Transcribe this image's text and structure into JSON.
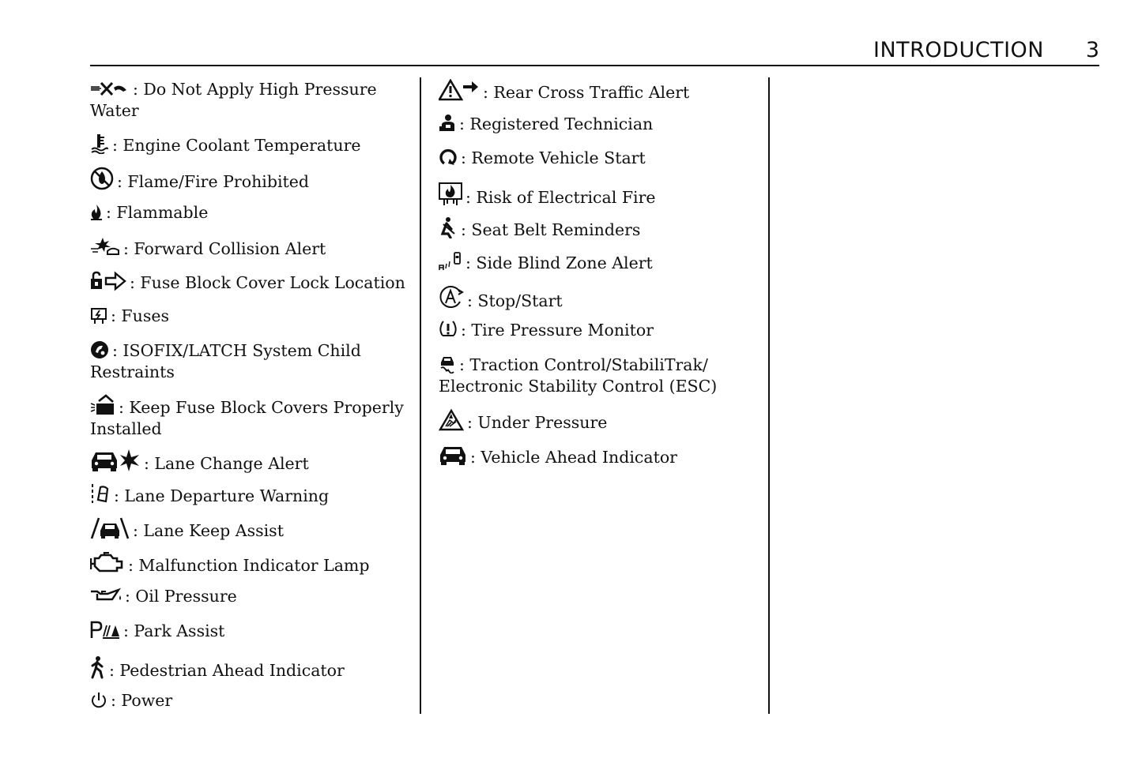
{
  "header": {
    "title": "INTRODUCTION",
    "page_number": "3"
  },
  "column1": [
    {
      "icon": "high-pressure-water-icon",
      "line1": ": Do Not Apply High Pressure",
      "line2": "Water"
    },
    {
      "icon": "coolant-temperature-icon",
      "line1": ": Engine Coolant Temperature"
    },
    {
      "icon": "fire-prohibited-icon",
      "line1": ": Flame/Fire Prohibited"
    },
    {
      "icon": "flammable-icon",
      "line1": ": Flammable"
    },
    {
      "icon": "forward-collision-icon",
      "line1": ": Forward Collision Alert"
    },
    {
      "icon": "fuse-cover-lock-icon",
      "line1": ": Fuse Block Cover Lock Location"
    },
    {
      "icon": "fuses-icon",
      "line1": ": Fuses"
    },
    {
      "icon": "isofix-icon",
      "line1": ": ISOFIX/LATCH System Child",
      "line2": "Restraints"
    },
    {
      "icon": "fuse-cover-installed-icon",
      "line1": ": Keep Fuse Block Covers Properly",
      "line2": "Installed"
    },
    {
      "icon": "lane-change-icon",
      "line1": ": Lane Change Alert"
    },
    {
      "icon": "lane-departure-icon",
      "line1": ": Lane Departure Warning"
    },
    {
      "icon": "lane-keep-icon",
      "line1": ": Lane Keep Assist"
    },
    {
      "icon": "engine-icon",
      "line1": ": Malfunction Indicator Lamp"
    },
    {
      "icon": "oil-pressure-icon",
      "line1": ": Oil Pressure"
    },
    {
      "icon": "park-assist-icon",
      "line1": ": Park Assist"
    },
    {
      "icon": "pedestrian-icon",
      "line1": ": Pedestrian Ahead Indicator"
    },
    {
      "icon": "power-icon",
      "line1": ": Power"
    }
  ],
  "column2": [
    {
      "icon": "rear-cross-traffic-icon",
      "line1": ": Rear Cross Traffic Alert"
    },
    {
      "icon": "technician-icon",
      "line1": ": Registered Technician"
    },
    {
      "icon": "remote-start-icon",
      "line1": ": Remote Vehicle Start"
    },
    {
      "icon": "electrical-fire-icon",
      "line1": ": Risk of Electrical Fire"
    },
    {
      "icon": "seat-belt-icon",
      "line1": ": Seat Belt Reminders"
    },
    {
      "icon": "side-blind-zone-icon",
      "line1": ": Side Blind Zone Alert"
    },
    {
      "icon": "stop-start-icon",
      "line1": ": Stop/Start"
    },
    {
      "icon": "tire-pressure-icon",
      "line1": ": Tire Pressure Monitor"
    },
    {
      "icon": "traction-control-icon",
      "line1": ": Traction Control/StabiliTrak/",
      "line2": "Electronic Stability Control (ESC)"
    },
    {
      "icon": "under-pressure-icon",
      "line1": ": Under Pressure"
    },
    {
      "icon": "vehicle-ahead-icon",
      "line1": ": Vehicle Ahead Indicator"
    }
  ]
}
